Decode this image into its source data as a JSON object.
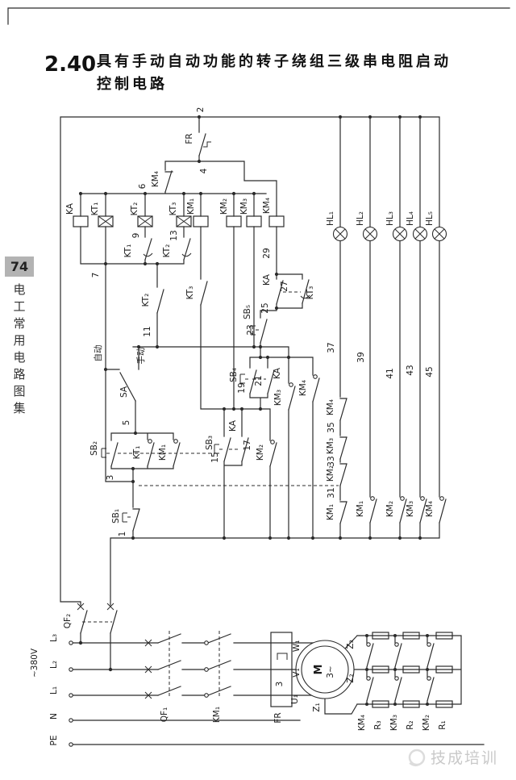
{
  "header": {
    "num": "2.40",
    "title1": "具有手动自动功能的转子绕组三级串电阻启动",
    "title2": "控制电路"
  },
  "sidebar": {
    "page": "74",
    "chars": [
      "电",
      "工",
      "常",
      "用",
      "电",
      "路",
      "图",
      "集"
    ]
  },
  "watermark": {
    "text": "技成培训"
  },
  "colors": {
    "ink": "#2b2b2b",
    "badge_bg": "#b3b3b3",
    "watermark": "#c9c9c9"
  },
  "labels": {
    "w2": "2",
    "fr": "FR",
    "w4": "4",
    "km4_nc": "KM₄",
    "w6": "6",
    "ka_coil": "KA",
    "kt1_coil": "KT₁",
    "kt2_coil": "KT₂",
    "kt3_coil": "KT₃",
    "km1_coil": "KM₁",
    "km2_coil": "KM₂",
    "km3_coil": "KM₃",
    "km4_coil": "KM₄",
    "w7": "7",
    "w9": "9",
    "kt1_d": "KT₁",
    "w13": "13",
    "kt2_d": "KT₂",
    "kt3_no": "KT₃",
    "kt2_no": "KT₂",
    "w11": "11",
    "auto": "自动",
    "manual": "手动",
    "sa": "SA",
    "w5": "5",
    "sb2": "SB₂",
    "kt1_no": "KT₁",
    "km1_no": "KM₁",
    "w3": "3",
    "sb1": "SB₁",
    "w1": "1",
    "sb3": "SB₃",
    "w15": "15",
    "ka17": "KA",
    "w17": "17",
    "km2_no": "KM₂",
    "sb4": "SB₄",
    "w19": "19",
    "ka21": "KA",
    "w21": "21",
    "km3_no": "KM₃",
    "sb5": "SB₅",
    "w23": "23",
    "ka25": "KA",
    "w25": "25",
    "w27": "27",
    "kt3_d": "KT₃",
    "w29": "29",
    "km4_no": "KM₄",
    "hl1": "HL₁",
    "hl2": "HL₂",
    "hl3": "HL₃",
    "hl4": "HL₄",
    "hl5": "HL₅",
    "w37": "37",
    "w39": "39",
    "w41": "41",
    "w43": "43",
    "w45": "45",
    "c_km4": "KM₄",
    "c35": "35",
    "c_km3": "KM₃",
    "c33": "33",
    "c_km2": "KM₂",
    "c31": "31",
    "c_km1": "KM₁",
    "lk1": "KM₁",
    "lk2": "KM₂",
    "lk3": "KM₃",
    "lk4": "KM₄",
    "qf2": "QF₂",
    "v380": "~380V",
    "l3": "L₃",
    "l2": "L₂",
    "l1": "L₁",
    "n": "N",
    "pe": "PE",
    "qf1": "QF₁",
    "km1_main": "KM₁",
    "fr_main": "FR",
    "fr3": "3",
    "w1m": "W₁",
    "v1": "V₁",
    "u1": "U₁",
    "m": "M",
    "m3": "3~",
    "z3": "Z₃",
    "z2": "Z₂",
    "z1": "Z₁",
    "rk4": "KM₄",
    "r3": "R₃",
    "rk3": "KM₃",
    "r2": "R₂",
    "rk2": "KM₂",
    "r1": "R₁"
  }
}
